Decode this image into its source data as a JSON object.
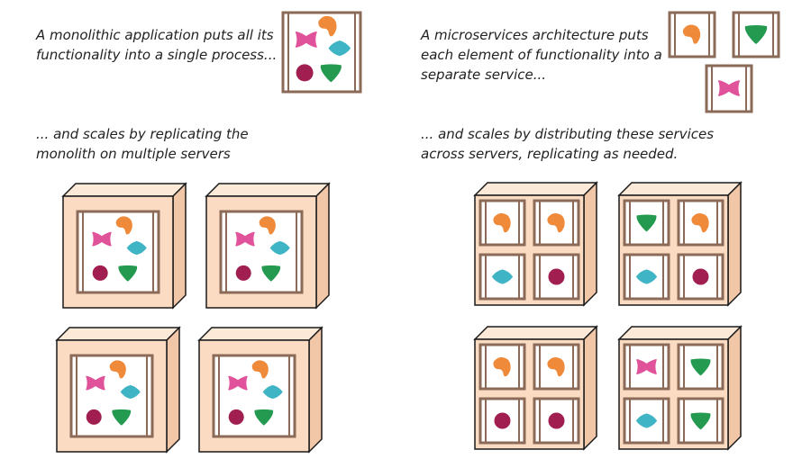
{
  "captions": {
    "monolith_intro": [
      "A monolithic application puts all its",
      "functionality into a single process..."
    ],
    "micro_intro": [
      "A microservices architecture puts",
      "each element of functionality into a",
      "separate service..."
    ],
    "monolith_scale": [
      "... and scales by replicating the",
      "monolith on multiple servers"
    ],
    "micro_scale": [
      "... and scales by distributing these services",
      "across servers, replicating as needed."
    ]
  },
  "colors": {
    "frame": "#8b6a58",
    "server_face": "#fbdcc3",
    "server_top": "#fde9d8",
    "server_side": "#f1c7a8",
    "server_edge": "#1a1a1a",
    "panel_bg": "#ffffff",
    "pink": "#e05299",
    "orange": "#ef8a3a",
    "teal": "#3fb4c4",
    "maroon": "#a11f50",
    "green": "#239a50"
  },
  "shapes": {
    "monolith_set": [
      "pink-bow",
      "orange-blob",
      "teal-diamond",
      "maroon-circle",
      "green-shield"
    ],
    "service_grid_1": [
      "orange-blob",
      "orange-blob",
      "teal-diamond",
      "maroon-circle"
    ],
    "service_grid_2": [
      "green-shield",
      "orange-blob",
      "teal-diamond",
      "maroon-circle"
    ],
    "service_grid_3": [
      "orange-blob",
      "orange-blob",
      "maroon-circle",
      "maroon-circle"
    ],
    "service_grid_4": [
      "pink-bow",
      "green-shield",
      "teal-diamond",
      "green-shield"
    ]
  }
}
